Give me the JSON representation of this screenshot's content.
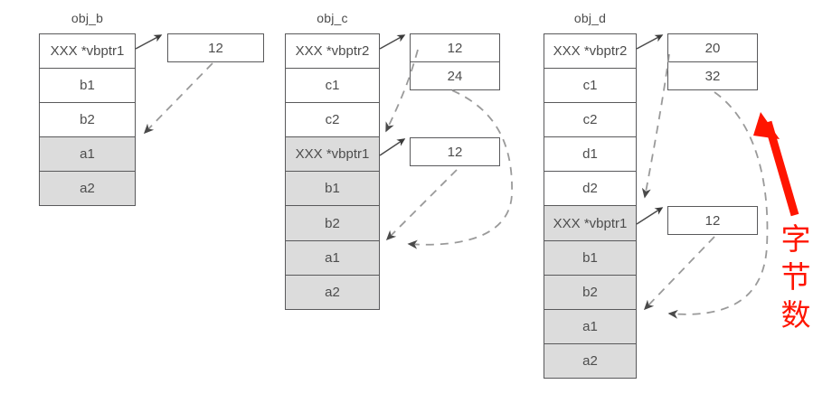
{
  "diagram": {
    "title_hidden": "C++ virtual base class object memory layout",
    "colors": {
      "shaded_row": "#dcdcdc",
      "border": "#59595b",
      "text": "#4d4d4d",
      "annotation_red": "#ff1500",
      "dashed_gray": "#8c8c8c"
    },
    "objects": [
      {
        "name": "obj_b",
        "rows": [
          {
            "label": "XXX *vbptr1",
            "shaded": false
          },
          {
            "label": "b1",
            "shaded": false
          },
          {
            "label": "b2",
            "shaded": false
          },
          {
            "label": "a1",
            "shaded": true
          },
          {
            "label": "a2",
            "shaded": true
          }
        ],
        "vbtables": [
          {
            "id": "b-vbtable1",
            "entries": [
              "12"
            ]
          }
        ]
      },
      {
        "name": "obj_c",
        "rows": [
          {
            "label": "XXX *vbptr2",
            "shaded": false
          },
          {
            "label": "c1",
            "shaded": false
          },
          {
            "label": "c2",
            "shaded": false
          },
          {
            "label": "XXX *vbptr1",
            "shaded": true
          },
          {
            "label": "b1",
            "shaded": true
          },
          {
            "label": "b2",
            "shaded": true
          },
          {
            "label": "a1",
            "shaded": true
          },
          {
            "label": "a2",
            "shaded": true
          }
        ],
        "vbtables": [
          {
            "id": "c-vbtable2",
            "entries": [
              "12",
              "24"
            ]
          },
          {
            "id": "c-vbtable1",
            "entries": [
              "12"
            ]
          }
        ]
      },
      {
        "name": "obj_d",
        "rows": [
          {
            "label": "XXX *vbptr2",
            "shaded": false
          },
          {
            "label": "c1",
            "shaded": false
          },
          {
            "label": "c2",
            "shaded": false
          },
          {
            "label": "d1",
            "shaded": false
          },
          {
            "label": "d2",
            "shaded": false
          },
          {
            "label": "XXX *vbptr1",
            "shaded": true
          },
          {
            "label": "b1",
            "shaded": true
          },
          {
            "label": "b2",
            "shaded": true
          },
          {
            "label": "a1",
            "shaded": true
          },
          {
            "label": "a2",
            "shaded": true
          }
        ],
        "vbtables": [
          {
            "id": "d-vbtable2",
            "entries": [
              "20",
              "32"
            ]
          },
          {
            "id": "d-vbtable1",
            "entries": [
              "12"
            ]
          }
        ]
      }
    ],
    "annotation": {
      "text_chars": [
        "字",
        "节",
        "数"
      ],
      "text": "字节数",
      "color": "#ff1500"
    }
  }
}
